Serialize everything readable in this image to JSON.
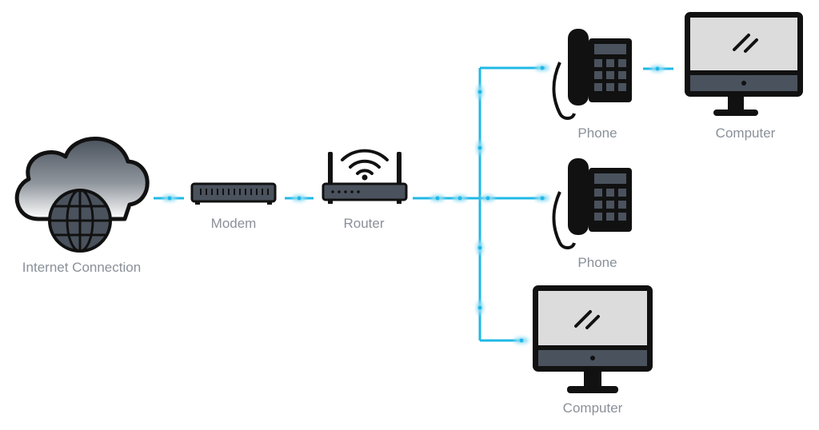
{
  "labels": {
    "internet": "Internet Connection",
    "modem": "Modem",
    "router": "Router",
    "phone_top": "Phone",
    "computer_top": "Computer",
    "phone_mid": "Phone",
    "computer_bottom": "Computer"
  },
  "colors": {
    "line": "#1fb8e6",
    "glow": "#a9e3f5",
    "outline": "#111111",
    "body_dark": "#4a525d",
    "screen_light": "#dcdcdc",
    "label_text": "#8a9099"
  },
  "icons": {
    "internet": "cloud-globe-icon",
    "modem": "modem-icon",
    "router": "wifi-router-icon",
    "phone": "desk-phone-icon",
    "computer": "desktop-monitor-icon"
  }
}
